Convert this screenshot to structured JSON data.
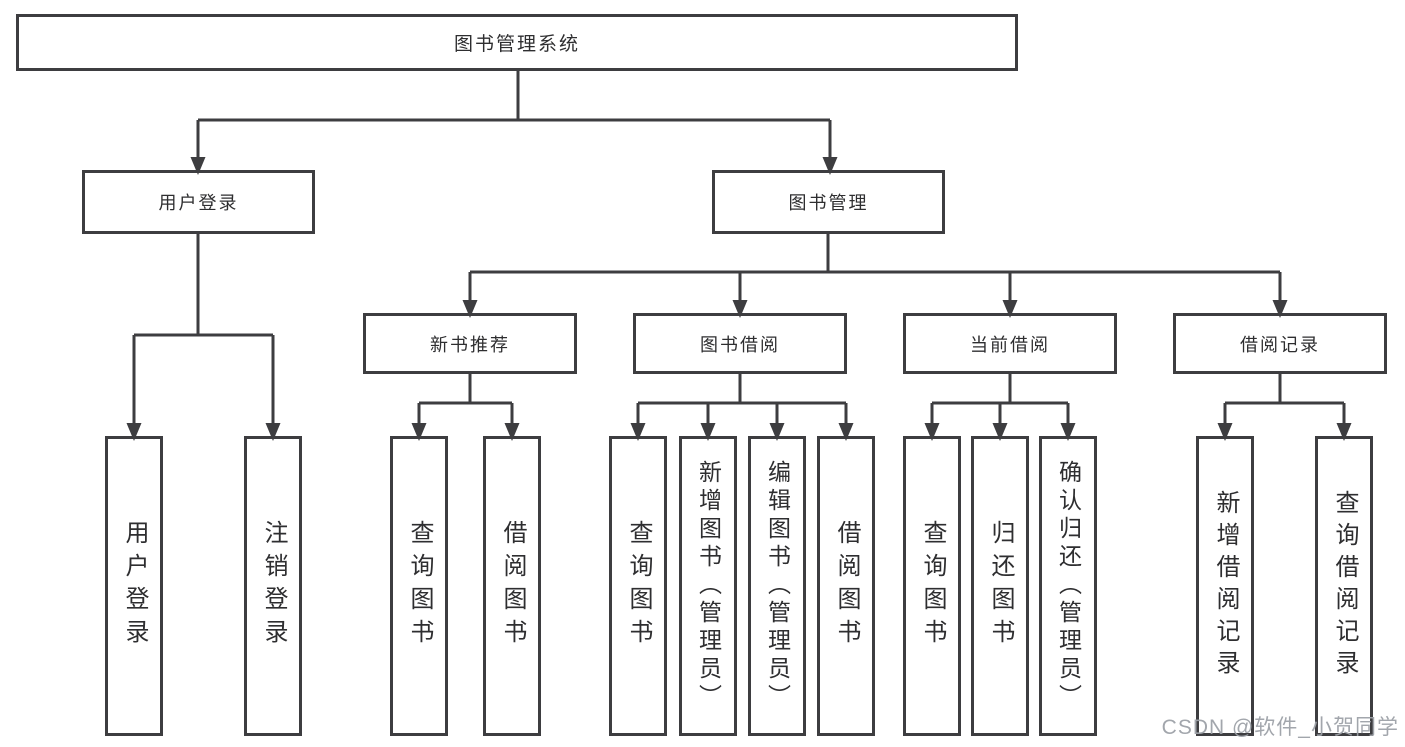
{
  "root": {
    "label": "图书管理系统"
  },
  "user_login": {
    "label": "用户登录",
    "children": {
      "user_login": {
        "label": "用户登录"
      },
      "logout": {
        "label": "注销登录"
      }
    }
  },
  "book_mgmt": {
    "label": "图书管理",
    "children": {
      "new_books": {
        "label": "新书推荐",
        "children": {
          "query_books": {
            "label": "查询图书"
          },
          "borrow_books": {
            "label": "借阅图书"
          }
        }
      },
      "book_borrow": {
        "label": "图书借阅",
        "children": {
          "query_books": {
            "label": "查询图书"
          },
          "add_books": {
            "label": "新增图书（管理员）"
          },
          "edit_books": {
            "label": "编辑图书（管理员）"
          },
          "borrow_books": {
            "label": "借阅图书"
          }
        }
      },
      "current_borrow": {
        "label": "当前借阅",
        "children": {
          "query_books": {
            "label": "查询图书"
          },
          "return_books": {
            "label": "归还图书"
          },
          "confirm_return": {
            "label": "确认归还（管理员）"
          }
        }
      },
      "borrow_records": {
        "label": "借阅记录",
        "children": {
          "add_record": {
            "label": "新增借阅记录"
          },
          "query_record": {
            "label": "查询借阅记录"
          }
        }
      }
    }
  },
  "watermark": "CSDN @软件_小贺同学",
  "colors": {
    "line": "#3d3d40",
    "text": "#2e2e30",
    "watermark": "#9da1a8",
    "background": "#ffffff"
  }
}
